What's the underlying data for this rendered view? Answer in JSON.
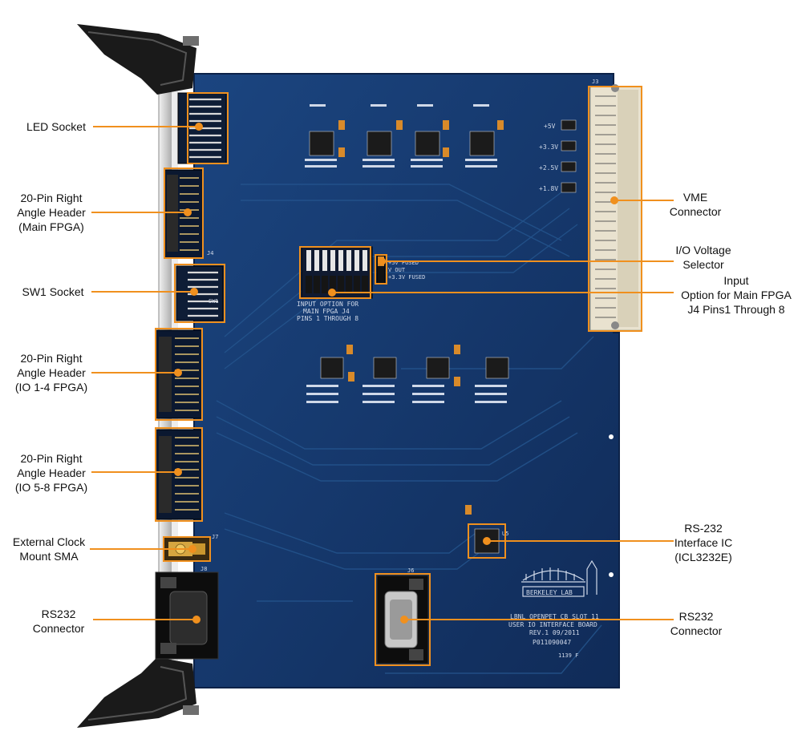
{
  "colors": {
    "pcb": "#173a70",
    "pcb_dark": "#0f2a55",
    "trace": "#1f4a85",
    "callout": "#f0901e",
    "silkscreen": "#cfd8e8",
    "connector_beige": "#e9e2cf",
    "frame_gray": "#c9c9c9",
    "handle_black": "#1a1a1a"
  },
  "left_callouts": [
    {
      "id": "led-socket",
      "text": "LED Socket"
    },
    {
      "id": "header-main-fpga",
      "text": "20-Pin Right\nAngle Header\n(Main FPGA)"
    },
    {
      "id": "sw1-socket",
      "text": "SW1 Socket"
    },
    {
      "id": "header-io-1-4",
      "text": "20-Pin Right\nAngle Header\n(IO 1-4 FPGA)"
    },
    {
      "id": "header-io-5-8",
      "text": "20-Pin Right\nAngle Header\n(IO 5-8 FPGA)"
    },
    {
      "id": "external-clock",
      "text": "External Clock\nMount SMA"
    },
    {
      "id": "rs232-left",
      "text": "RS232\nConnector"
    }
  ],
  "right_callouts": [
    {
      "id": "vme-connector",
      "text": "VME\nConnector"
    },
    {
      "id": "io-voltage-selector",
      "text": "I/O Voltage\nSelector"
    },
    {
      "id": "input-option",
      "text": "Input\nOption for Main FPGA\nJ4 Pins1 Through 8"
    },
    {
      "id": "rs232-interface-ic",
      "text": "RS-232\nInterface IC\n(ICL3232E)"
    },
    {
      "id": "rs232-right",
      "text": "RS232\nConnector"
    }
  ],
  "board_text": {
    "input_option_line1": "INPUT OPTION FOR",
    "input_option_line2": "MAIN FPGA J4",
    "input_option_line3": "PINS 1 THROUGH 8",
    "voltage_opt1": "+5V FUSED",
    "voltage_opt2": "V OUT",
    "voltage_opt3": "+3.3V FUSED",
    "rail1": "+5V",
    "rail2": "+3.3V",
    "rail3": "+2.5V",
    "rail4": "+1.8V",
    "logo_text": "BERKELEY LAB",
    "board_line1": "LBNL OPENPET CB SLOT 11",
    "board_line2": "USER IO INTERFACE BOARD",
    "board_line3": "REV.1  09/2011",
    "board_line4": "P011090047",
    "board_line5": "1139 F",
    "ref_j4": "J4",
    "ref_sw1": "SW1",
    "ref_j7": "J7",
    "ref_j8": "J8",
    "ref_j6": "J6",
    "ref_u5": "U5",
    "ref_j3": "J3"
  }
}
